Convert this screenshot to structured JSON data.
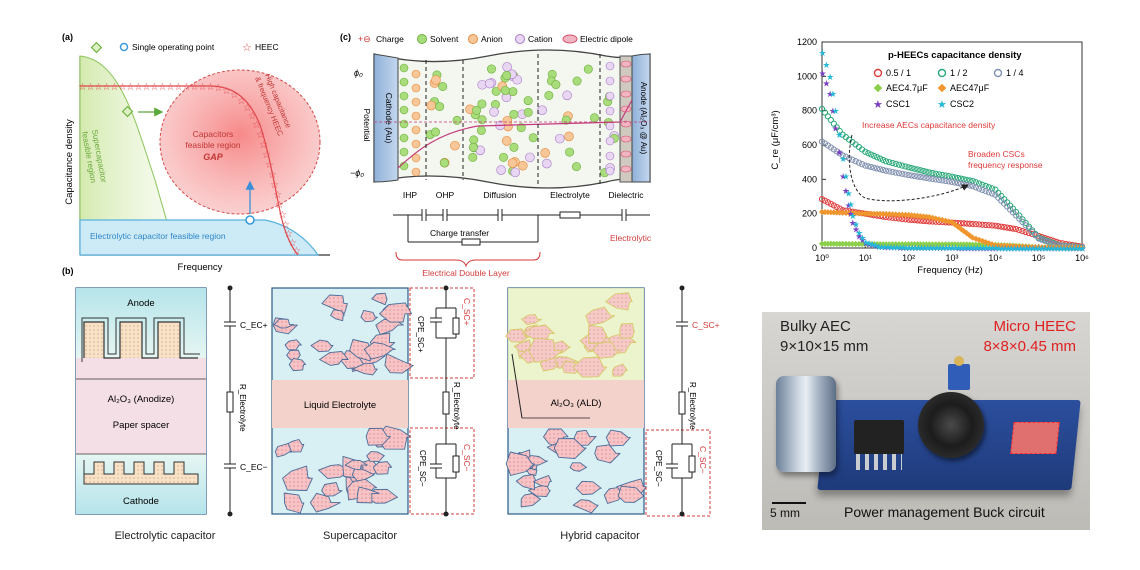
{
  "panel_a": {
    "label": "(a)",
    "legend": [
      "Single operating point",
      "HEEC"
    ],
    "ylabel": "Capacitance density",
    "xlabel": "Frequency",
    "gap_region": [
      "Capacitors",
      "feasible region",
      "GAP"
    ],
    "super_region": [
      "Supercapacitor",
      "feasible region"
    ],
    "hf_note": [
      "High capacitance",
      "& frequency HEEC"
    ],
    "electrolytic_region": "Electrolytic capacitor feasible region"
  },
  "panel_c": {
    "label": "(c)",
    "legend": [
      "Charge",
      "Solvent",
      "Anion",
      "Cation",
      "Electric dipole"
    ],
    "potential": "Potential",
    "phi_top": "ϕ₀",
    "phi_bottom": "−ϕ₀",
    "cathode": "Cathode (Au)",
    "anode": "Anode (Al₂O₃ @ Au)",
    "layers": [
      "IHP",
      "OHP",
      "Diffusion",
      "Electrolyte",
      "Dielectric"
    ],
    "charge_transfer": "Charge transfer",
    "electrolytic": "Electrolytic",
    "edl": "Electrical Double Layer"
  },
  "panel_b": {
    "label": "(b)",
    "electrolytic": {
      "anode": "Anode",
      "oxide": "Al₂O₃ (Anodize)",
      "spacer": "Paper spacer",
      "cathode": "Cathode",
      "c_top": "C_EC+",
      "r": "R_Electrolyte",
      "c_bottom": "C_EC−",
      "caption": "Electrolytic capacitor"
    },
    "supercap": {
      "electrolyte": "Liquid Electrolyte",
      "cpe_top": "CPE_SC+",
      "c_top": "C_SC+",
      "r": "R_Electrolyte",
      "cpe_bottom": "CPE_SC−",
      "c_bottom": "C_SC−",
      "caption": "Supercapacitor"
    },
    "hybrid": {
      "oxide": "Al₂O₃ (ALD)",
      "c_top": "C_SC+",
      "r": "R_Electrolyte",
      "cpe_bottom": "CPE_SC−",
      "c_bottom": "C_SC−",
      "caption": "Hybrid capacitor"
    }
  },
  "plot": {
    "ylabel": "C_re (μF/cm³)",
    "xlabel": "Frequency (Hz)",
    "legend_title": "p-HEECs capacitance density",
    "legend": [
      "0.5 / 1",
      "1 / 2",
      "1 / 4",
      "AEC4.7μF",
      "AEC47μF",
      "CSC1",
      "CSC2"
    ],
    "note_increase": "Increase AECs capacitance density",
    "note_broaden": [
      "Broaden CSCs",
      "frequency response"
    ],
    "colors": {
      "s05": "#e03a3a",
      "s12": "#28a878",
      "s14": "#8090b0",
      "aec47": "#8ccf4a",
      "aec47u": "#f0962e",
      "csc1": "#7b3fc4",
      "csc2": "#27b8d8"
    }
  },
  "chart_data": {
    "type": "line",
    "xscale": "log",
    "xlim": [
      1,
      1000000
    ],
    "ylim": [
      0,
      1200
    ],
    "xticks": [
      "10⁰",
      "10¹",
      "10²",
      "10³",
      "10⁴",
      "10⁵",
      "10⁶"
    ],
    "yticks": [
      "0",
      "200",
      "400",
      "600",
      "800",
      "1000",
      "1200"
    ],
    "series": [
      {
        "name": "0.5 / 1",
        "color": "#e03a3a",
        "x": [
          1,
          3,
          10,
          30,
          100,
          300,
          1000,
          3000,
          10000,
          30000,
          100000,
          300000,
          1000000
        ],
        "y": [
          285,
          220,
          200,
          180,
          165,
          155,
          148,
          140,
          130,
          110,
          70,
          30,
          8
        ]
      },
      {
        "name": "1 / 2",
        "color": "#28a878",
        "x": [
          1,
          3,
          10,
          30,
          100,
          300,
          1000,
          3000,
          10000,
          30000,
          100000,
          300000,
          1000000
        ],
        "y": [
          810,
          660,
          560,
          505,
          470,
          440,
          415,
          390,
          340,
          210,
          60,
          15,
          5
        ]
      },
      {
        "name": "1 / 4",
        "color": "#8090b0",
        "x": [
          1,
          3,
          10,
          30,
          100,
          300,
          1000,
          3000,
          10000,
          30000,
          100000,
          300000,
          1000000
        ],
        "y": [
          620,
          540,
          480,
          450,
          425,
          405,
          385,
          360,
          310,
          190,
          55,
          12,
          4
        ]
      },
      {
        "name": "AEC4.7μF",
        "color": "#8ccf4a",
        "x": [
          1,
          3,
          10,
          30,
          100,
          300,
          1000,
          3000,
          10000,
          30000,
          100000,
          1000000
        ],
        "y": [
          25,
          24,
          23,
          22,
          22,
          21,
          21,
          20,
          18,
          12,
          4,
          1
        ]
      },
      {
        "name": "AEC47μF",
        "color": "#f0962e",
        "x": [
          1,
          3,
          10,
          30,
          100,
          300,
          1000,
          3000,
          10000,
          100000,
          1000000
        ],
        "y": [
          210,
          205,
          200,
          198,
          192,
          180,
          150,
          60,
          15,
          3,
          1
        ]
      },
      {
        "name": "CSC1",
        "color": "#7b3fc4",
        "x": [
          1,
          1.5,
          2,
          3,
          4,
          5,
          7,
          10,
          20,
          100,
          1000000
        ],
        "y": [
          1020,
          900,
          700,
          420,
          250,
          150,
          70,
          30,
          8,
          2,
          0
        ]
      },
      {
        "name": "CSC2",
        "color": "#27b8d8",
        "x": [
          1,
          1.5,
          2,
          3,
          4,
          5,
          7,
          10,
          20,
          100,
          1000000
        ],
        "y": [
          1140,
          1000,
          800,
          520,
          320,
          190,
          90,
          35,
          10,
          3,
          0
        ]
      }
    ]
  },
  "photo": {
    "bulky": "Bulky AEC",
    "bulky_dim": "9×10×15 mm",
    "micro": "Micro HEEC",
    "micro_dim": "8×8×0.45 mm",
    "scale": "5 mm",
    "caption": "Power management Buck circuit"
  }
}
